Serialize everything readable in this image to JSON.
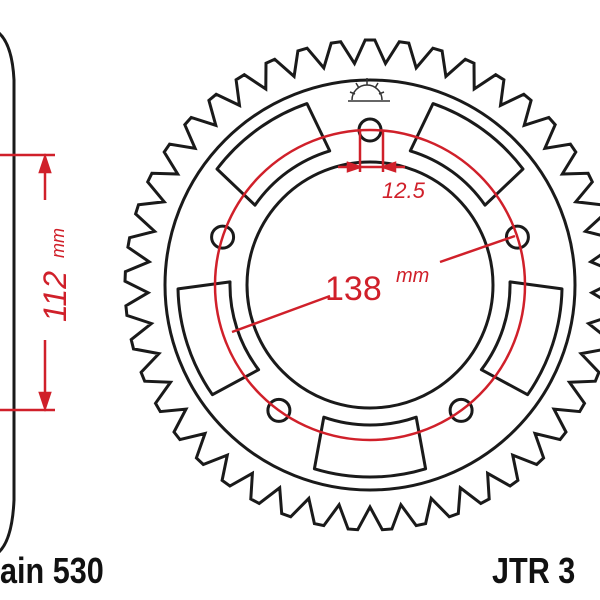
{
  "dimensions": {
    "bolt_circle": "138",
    "bolt_circle_unit": "mm",
    "bolt_hole": "12.5",
    "center_bore": "112",
    "center_bore_unit": "mm"
  },
  "labels": {
    "chain": "ain 530",
    "part_number": "JTR 3"
  },
  "colors": {
    "dimension": "#d0202a",
    "outline": "#1a1a1a"
  }
}
